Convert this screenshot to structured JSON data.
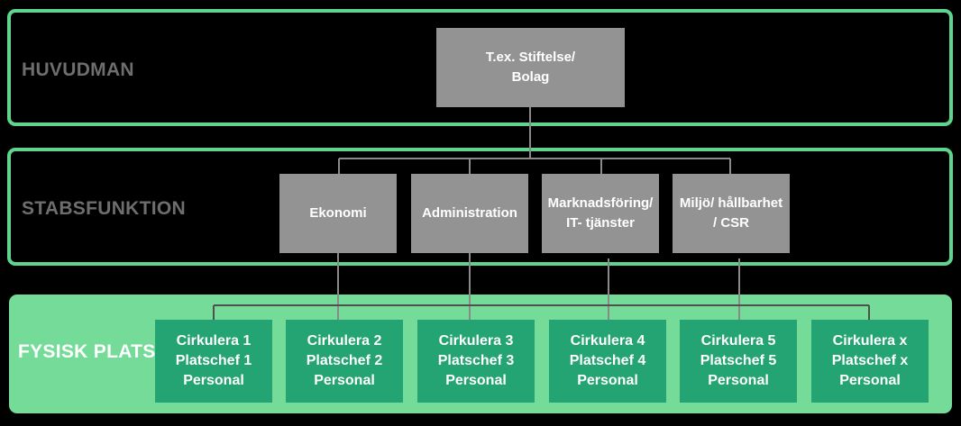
{
  "bands": {
    "huvudman": "HUVUDMAN",
    "stabsfunktion": "STABSFUNKTION",
    "fysisk_plats": "FYSISK PLATS"
  },
  "top_box": {
    "line1": "T.ex. Stiftelse/",
    "line2": "Bolag"
  },
  "staff": [
    {
      "line1": "Ekonomi",
      "line2": ""
    },
    {
      "line1": "Administration",
      "line2": ""
    },
    {
      "line1": "Marknadsföring/",
      "line2": "IT- tjänster"
    },
    {
      "line1": "Miljö/ hållbarhet",
      "line2": "/ CSR"
    }
  ],
  "sites": [
    {
      "name": "Cirkulera 1",
      "chef": "Platschef 1",
      "staff": "Personal"
    },
    {
      "name": "Cirkulera 2",
      "chef": "Platschef 2",
      "staff": "Personal"
    },
    {
      "name": "Cirkulera 3",
      "chef": "Platschef 3",
      "staff": "Personal"
    },
    {
      "name": "Cirkulera 4",
      "chef": "Platschef 4",
      "staff": "Personal"
    },
    {
      "name": "Cirkulera 5",
      "chef": "Platschef 5",
      "staff": "Personal"
    },
    {
      "name": "Cirkulera x",
      "chef": "Platschef x",
      "staff": "Personal"
    }
  ]
}
